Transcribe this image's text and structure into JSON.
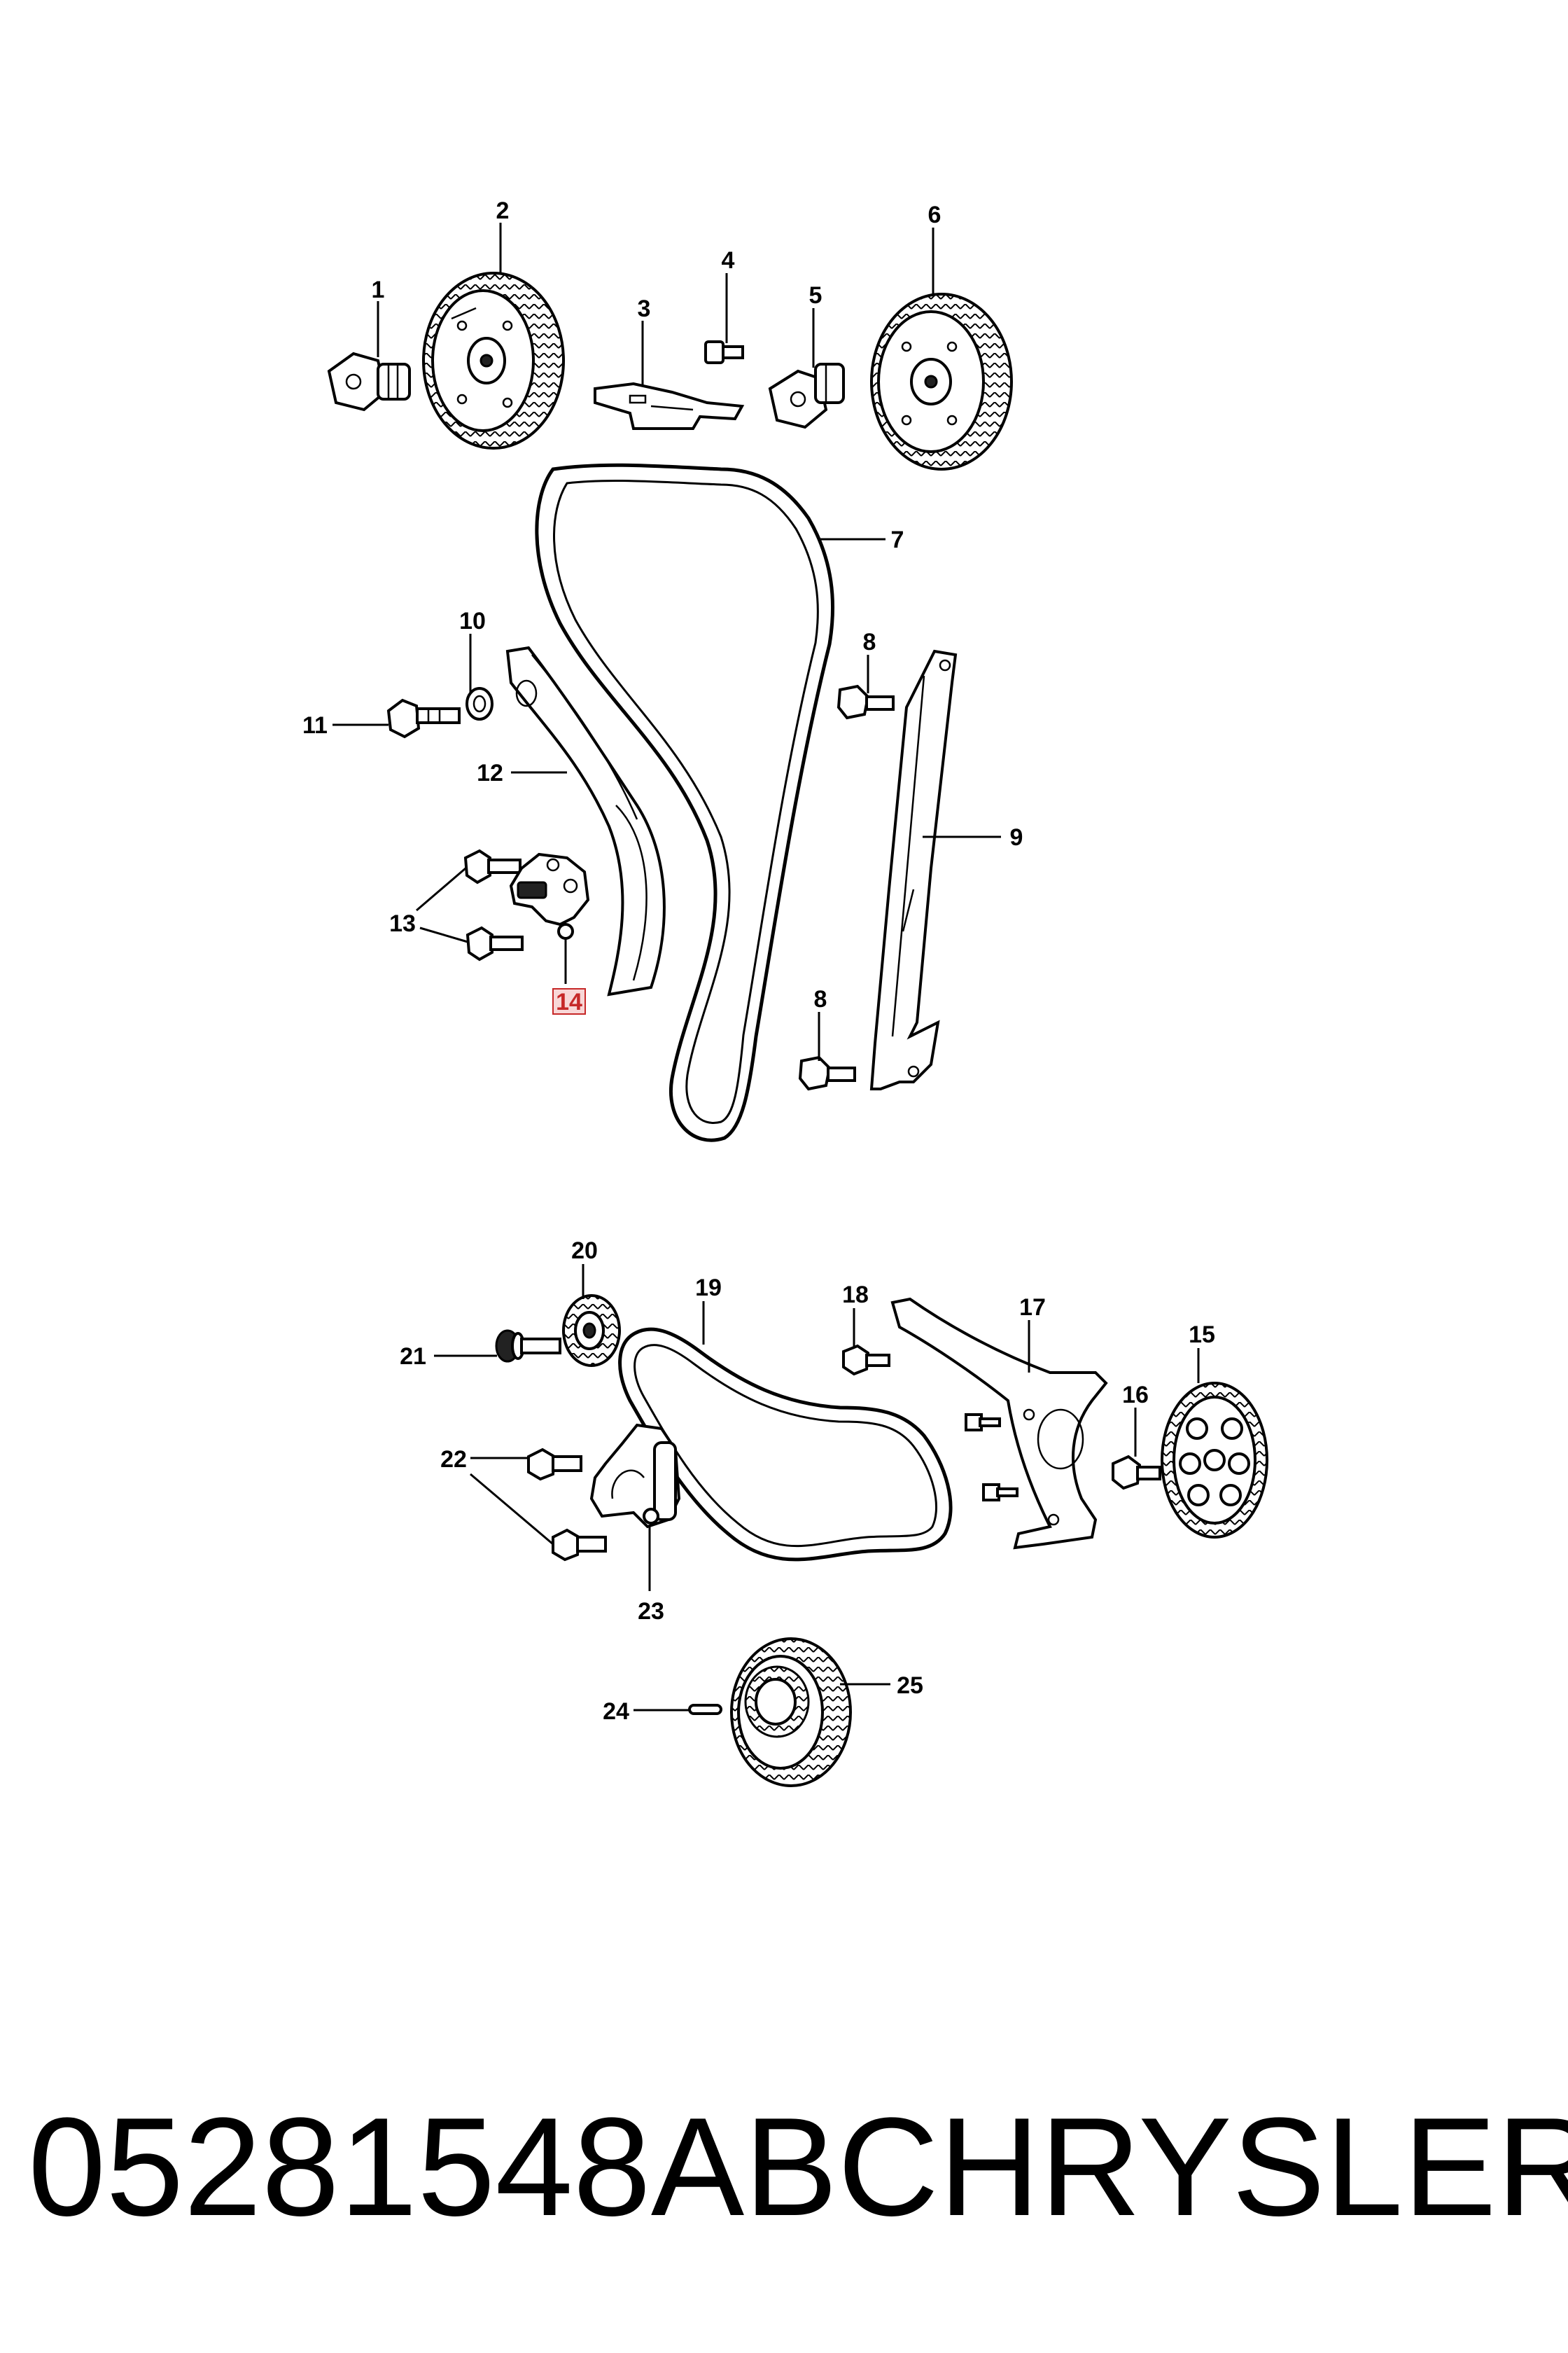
{
  "callouts": {
    "c1": "1",
    "c2": "2",
    "c3": "3",
    "c4": "4",
    "c5": "5",
    "c6": "6",
    "c7": "7",
    "c8a": "8",
    "c8b": "8",
    "c9": "9",
    "c10": "10",
    "c11": "11",
    "c12": "12",
    "c13": "13",
    "c14": "14",
    "c15": "15",
    "c16": "16",
    "c17": "17",
    "c18": "18",
    "c19": "19",
    "c20": "20",
    "c21": "21",
    "c22": "22",
    "c23": "23",
    "c24": "24",
    "c25": "25"
  },
  "footer": {
    "part_number": "05281548AB",
    "brand": "CHRYSLER"
  },
  "colors": {
    "highlight": "#c62828",
    "ink": "#000000"
  }
}
